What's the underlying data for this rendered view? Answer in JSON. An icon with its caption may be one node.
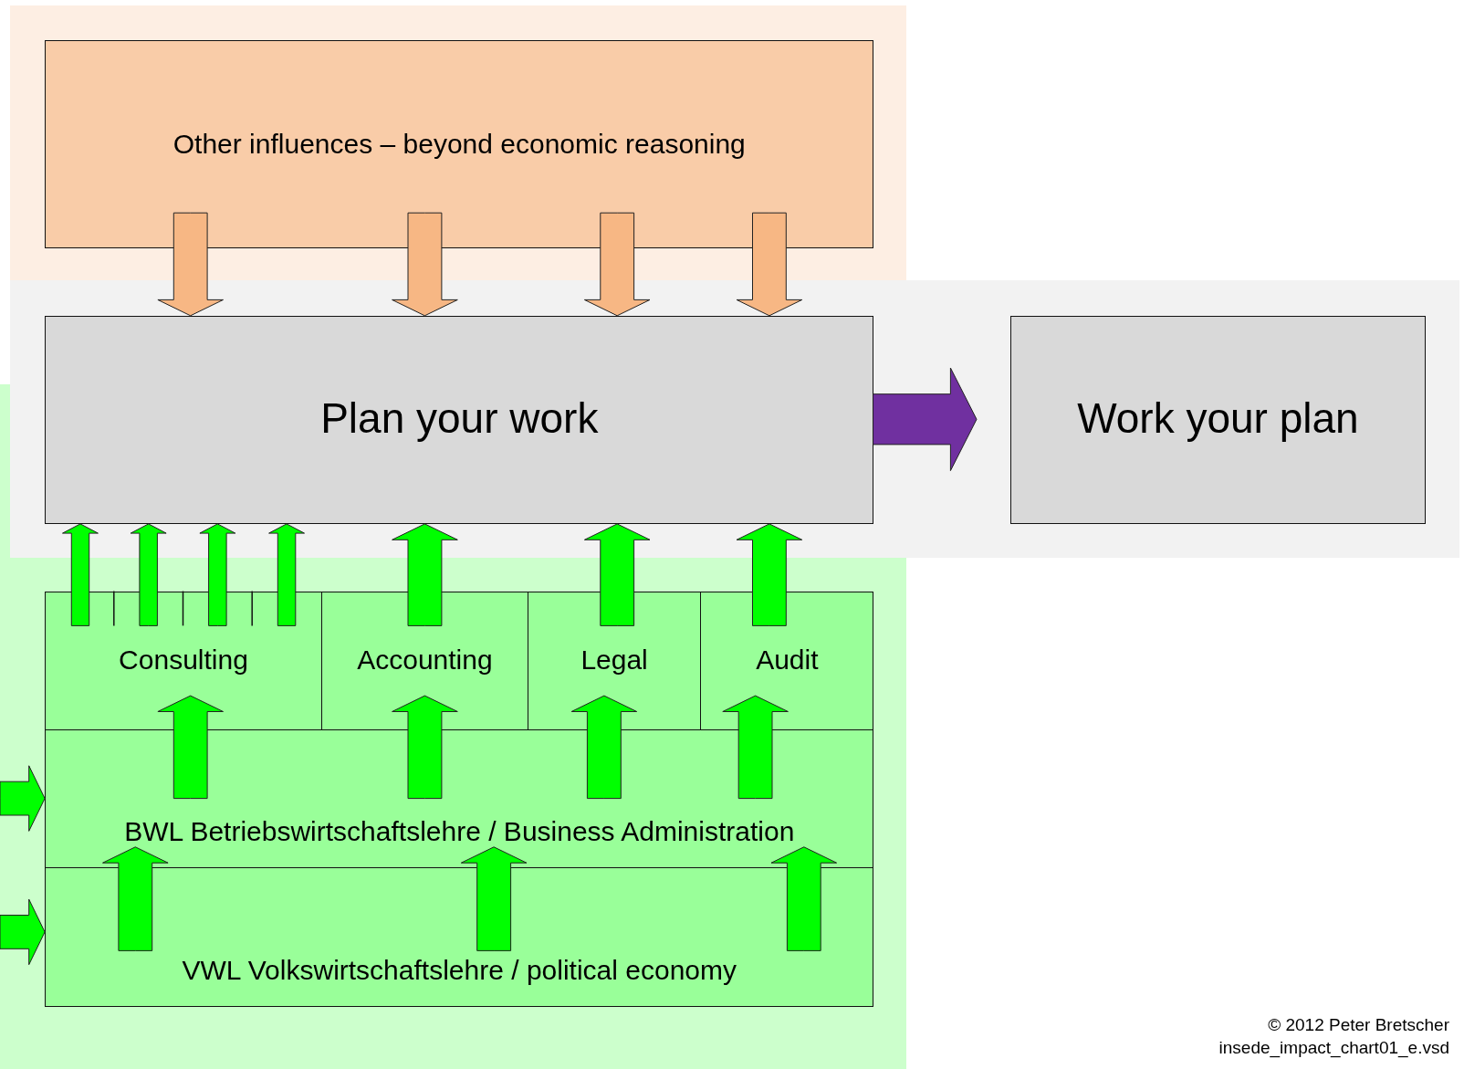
{
  "diagram": {
    "nodes": [
      {
        "text": [
          "Other influences – beyond economic reasoning"
        ]
      },
      {
        "text": [
          "Plan your work"
        ]
      },
      {
        "text": [
          "Work your plan"
        ]
      },
      {
        "text": [
          "Consulting"
        ]
      },
      {
        "text": [
          "Accounting"
        ]
      },
      {
        "text": [
          "Legal"
        ]
      },
      {
        "text": [
          "Audit"
        ]
      },
      {
        "text": [
          "BWL Betriebswirtschaftslehre / Business Administration"
        ]
      },
      {
        "text": [
          "VWL Volkswirtschaftslehre / political economy"
        ]
      }
    ],
    "edges": [
      {
        "from": 0,
        "to": 1,
        "arrow": "to",
        "color": "#f7b784"
      },
      {
        "from": 0,
        "to": 1,
        "arrow": "to",
        "color": "#f7b784"
      },
      {
        "from": 0,
        "to": 1,
        "arrow": "to",
        "color": "#f7b784"
      },
      {
        "from": 0,
        "to": 1,
        "arrow": "to",
        "color": "#f7b784"
      },
      {
        "from": 3,
        "to": 1,
        "arrow": "to"
      },
      {
        "from": 3,
        "to": 1,
        "arrow": "to"
      },
      {
        "from": 3,
        "to": 1,
        "arrow": "to"
      },
      {
        "from": 3,
        "to": 1,
        "arrow": "to"
      },
      {
        "from": 4,
        "to": 1,
        "arrow": "to"
      },
      {
        "from": 5,
        "to": 1,
        "arrow": "to"
      },
      {
        "from": 6,
        "to": 1,
        "arrow": "to"
      },
      {
        "from": 7,
        "to": 3,
        "arrow": "to"
      },
      {
        "from": 7,
        "to": 4,
        "arrow": "to"
      },
      {
        "from": 7,
        "to": 5,
        "arrow": "to"
      },
      {
        "from": 7,
        "to": 6,
        "arrow": "to"
      },
      {
        "from": 8,
        "to": 7,
        "arrow": "to"
      },
      {
        "from": 8,
        "to": 7,
        "arrow": "to"
      },
      {
        "from": 8,
        "to": 7,
        "arrow": "to"
      },
      {
        "from": null,
        "to": 7,
        "arrow": "to"
      },
      {
        "from": null,
        "to": 8,
        "arrow": "to"
      },
      {
        "from": 1,
        "to": 2,
        "arrow": "to",
        "color": "#7030a0"
      }
    ],
    "labels": [
      "© 2012 Peter Bretscher",
      "insede_impact_chart01_e.vsd"
    ]
  }
}
